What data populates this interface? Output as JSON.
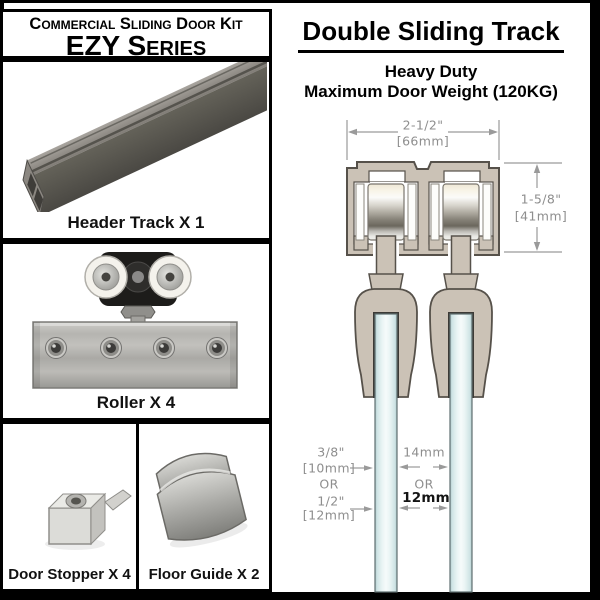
{
  "left_panel": {
    "title_line1": "Commercial Sliding Door Kit",
    "title_line2": "EZY Series",
    "items": [
      {
        "name": "header-track",
        "label": "Header Track X 1"
      },
      {
        "name": "roller",
        "label": "Roller X 4"
      },
      {
        "name": "door-stopper",
        "label": "Door Stopper X 4"
      },
      {
        "name": "floor-guide",
        "label": "Floor Guide X 2"
      }
    ]
  },
  "right_panel": {
    "title": "Double Sliding Track",
    "subtitle_line1": "Heavy Duty",
    "subtitle_line2": "Maximum Door Weight (120KG)",
    "dimensions": {
      "track_width_in": "2-1/2\"",
      "track_width_mm": "[66mm]",
      "track_height_in": "1-5/8\"",
      "track_height_mm": "[41mm]",
      "glass_thickness_1_in": "3/8\"",
      "glass_thickness_1_mm": "[10mm]",
      "glass_or": "OR",
      "glass_thickness_2_in": "1/2\"",
      "glass_thickness_2_mm": "[12mm]",
      "gap_1": "14mm",
      "gap_or": "OR",
      "gap_2": "12mm"
    },
    "colors": {
      "track_body": "#cbc2b6",
      "outline": "#56514a",
      "glass": "#e9f4f4",
      "dimension_text": "#8e8e8e"
    }
  }
}
